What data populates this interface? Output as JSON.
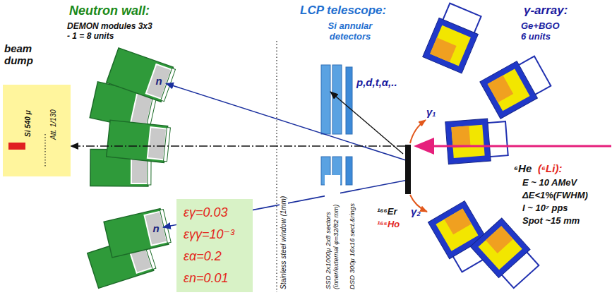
{
  "diagram": {
    "nodes": [
      {
        "text": [
          "beam dump",
          "Si 540 μ",
          "Att. 1/130"
        ]
      },
      {
        "text": [
          "n"
        ]
      },
      {
        "text": [
          "n"
        ]
      },
      {
        "text": [
          "εγ=0.03",
          "εγγ=10⁻³",
          "εα=0.2",
          "εn=0.01"
        ]
      },
      {
        "text": [
          "¹⁶⁶Er",
          "¹⁶⁵Ho"
        ]
      }
    ],
    "edges": [
      {
        "from": 4,
        "to": 1,
        "arrow": "to"
      },
      {
        "from": 4,
        "to": 2,
        "arrow": "to"
      },
      {
        "from": 4,
        "to": 0,
        "arrow": "to"
      }
    ],
    "labels": [
      "Neutron wall:",
      "DEMON modules 3x3 - 1 = 8 units",
      "LCP telescope:",
      "Si annular detectors",
      "γ-array:",
      "Ge+BGO 6 units",
      "p,d,t,α,..",
      "Stainless steel window (1mm)",
      "SSD 2x1000μ 2x8 sectors (inner/external φ=32/82 mm)",
      "DSD 300μ 16x16 sect.&rings",
      "γ₁",
      "γ₂",
      "⁶He",
      "(⁶Li):",
      "E ~ 10 AMeV",
      "ΔE<1%(FWHM)",
      "I ~ 10⁷ pps",
      "Spot ~15 mm"
    ]
  }
}
